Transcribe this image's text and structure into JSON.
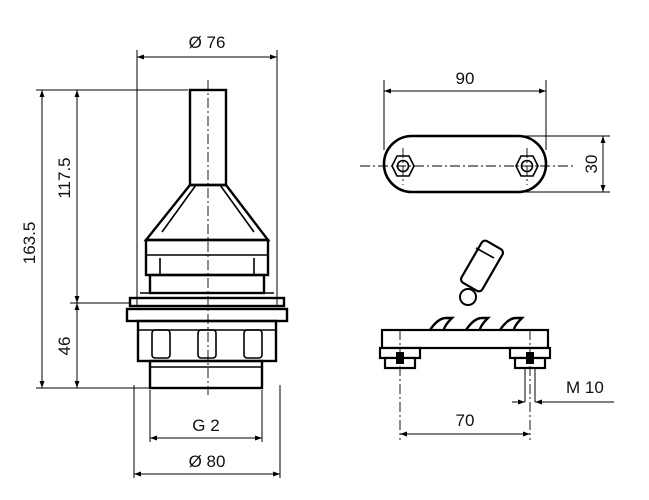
{
  "drawing": {
    "side_view": {
      "dim_top_diameter": "Ø 76",
      "dim_overall_height": "163.5",
      "dim_upper_height": "117.5",
      "dim_lower_height": "46",
      "dim_thread": "G 2",
      "dim_bottom_diameter": "Ø 80"
    },
    "top_view": {
      "dim_length": "90",
      "dim_width": "30"
    },
    "mounting_view": {
      "dim_hole_spacing": "70",
      "dim_screw": "M 10"
    }
  }
}
